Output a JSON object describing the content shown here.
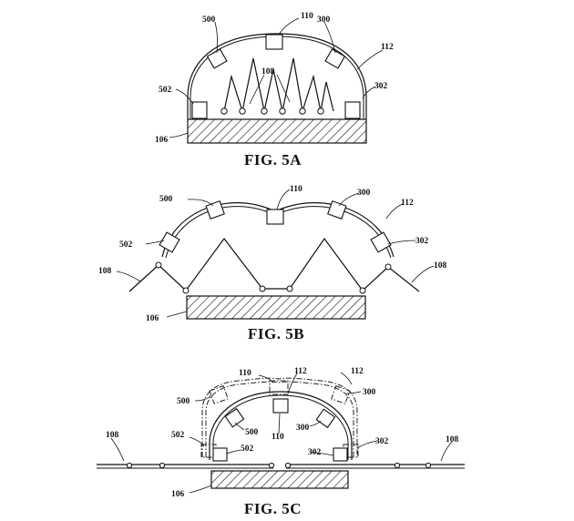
{
  "figures": [
    {
      "caption": "FIG. 5A",
      "labels": {
        "r110": "110",
        "r300": "300",
        "r500": "500",
        "r112": "112",
        "r108": "108",
        "r502": "502",
        "r302": "302",
        "r106": "106"
      }
    },
    {
      "caption": "FIG. 5B",
      "labels": {
        "r110": "110",
        "r500": "500",
        "r300": "300",
        "r112": "112",
        "r502": "502",
        "r302": "302",
        "r108l": "108",
        "r108r": "108",
        "r106": "106"
      }
    },
    {
      "caption": "FIG. 5C",
      "labels": {
        "r110o": "110",
        "r112i": "112",
        "r112o": "112",
        "r500o": "500",
        "r300o": "300",
        "r500i": "500",
        "r300i": "300",
        "r110i": "110",
        "r502o": "502",
        "r302o": "302",
        "r502i": "502",
        "r302i": "302",
        "r108l": "108",
        "r108r": "108",
        "r106": "106"
      }
    }
  ]
}
